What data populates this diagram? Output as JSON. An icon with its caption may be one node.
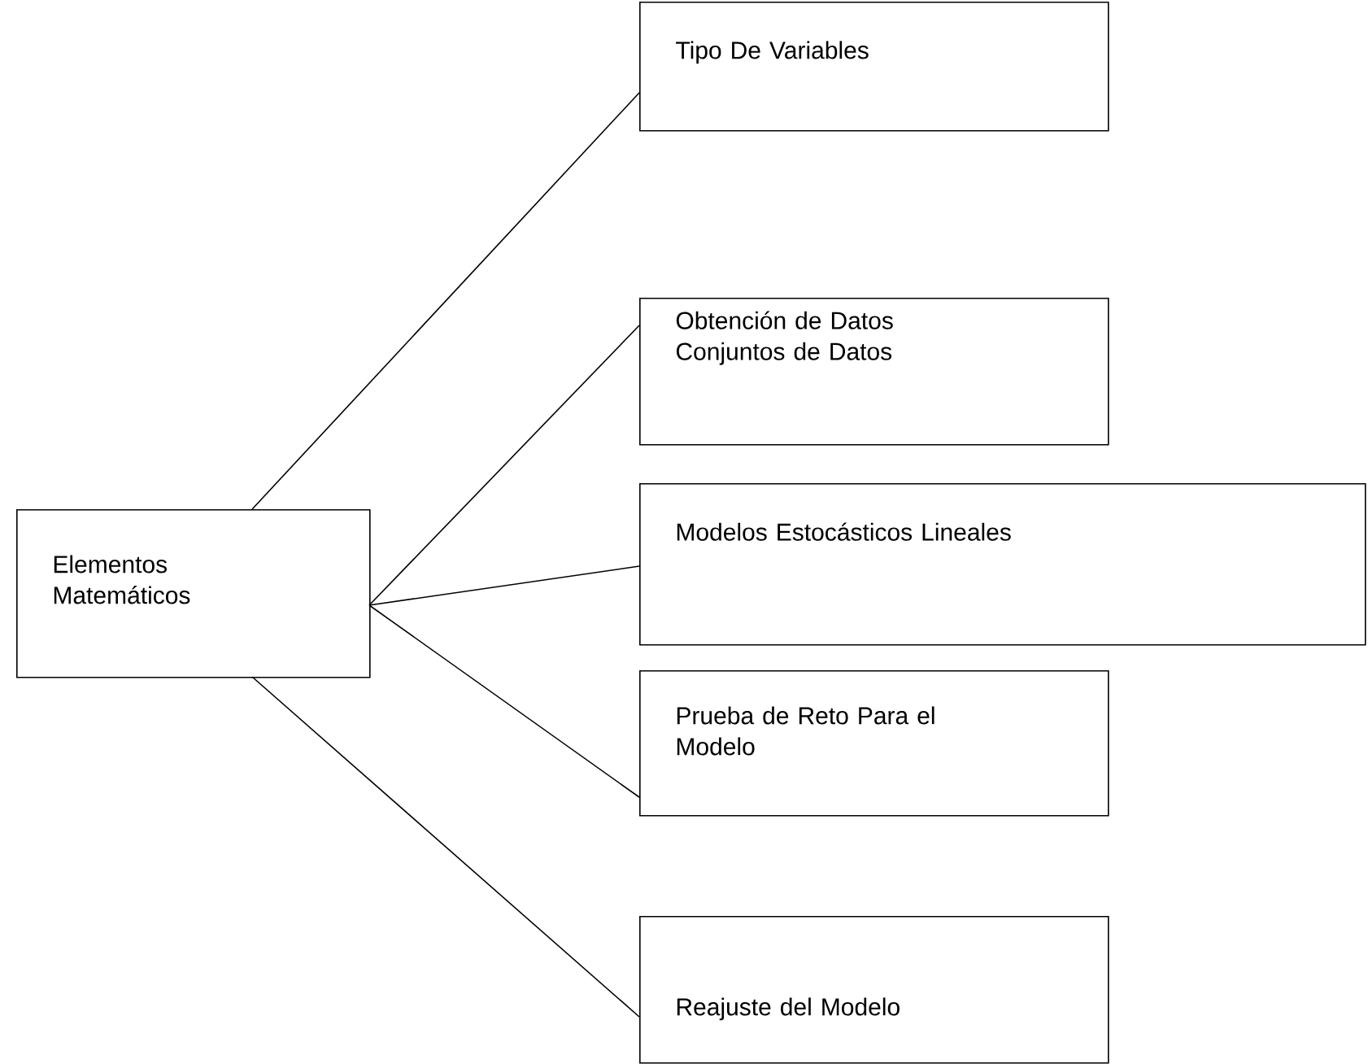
{
  "diagram": {
    "nodes": [
      {
        "text": [
          "Elementos Matemáticos"
        ]
      },
      {
        "text": [
          "Tipo De Variables"
        ]
      },
      {
        "text": [
          "Obtención de Datos Conjuntos de Datos"
        ]
      },
      {
        "text": [
          "Modelos Estocásticos Lineales"
        ]
      },
      {
        "text": [
          "Prueba de Reto Para el Modelo"
        ]
      },
      {
        "text": [
          "Reajuste del Modelo"
        ]
      }
    ],
    "edges": [
      {
        "from": 0,
        "to": 1,
        "arrow": "none"
      },
      {
        "from": 0,
        "to": 2,
        "arrow": "none"
      },
      {
        "from": 0,
        "to": 3,
        "arrow": "none"
      },
      {
        "from": 0,
        "to": 4,
        "arrow": "none"
      },
      {
        "from": 0,
        "to": 5,
        "arrow": "none"
      }
    ]
  }
}
